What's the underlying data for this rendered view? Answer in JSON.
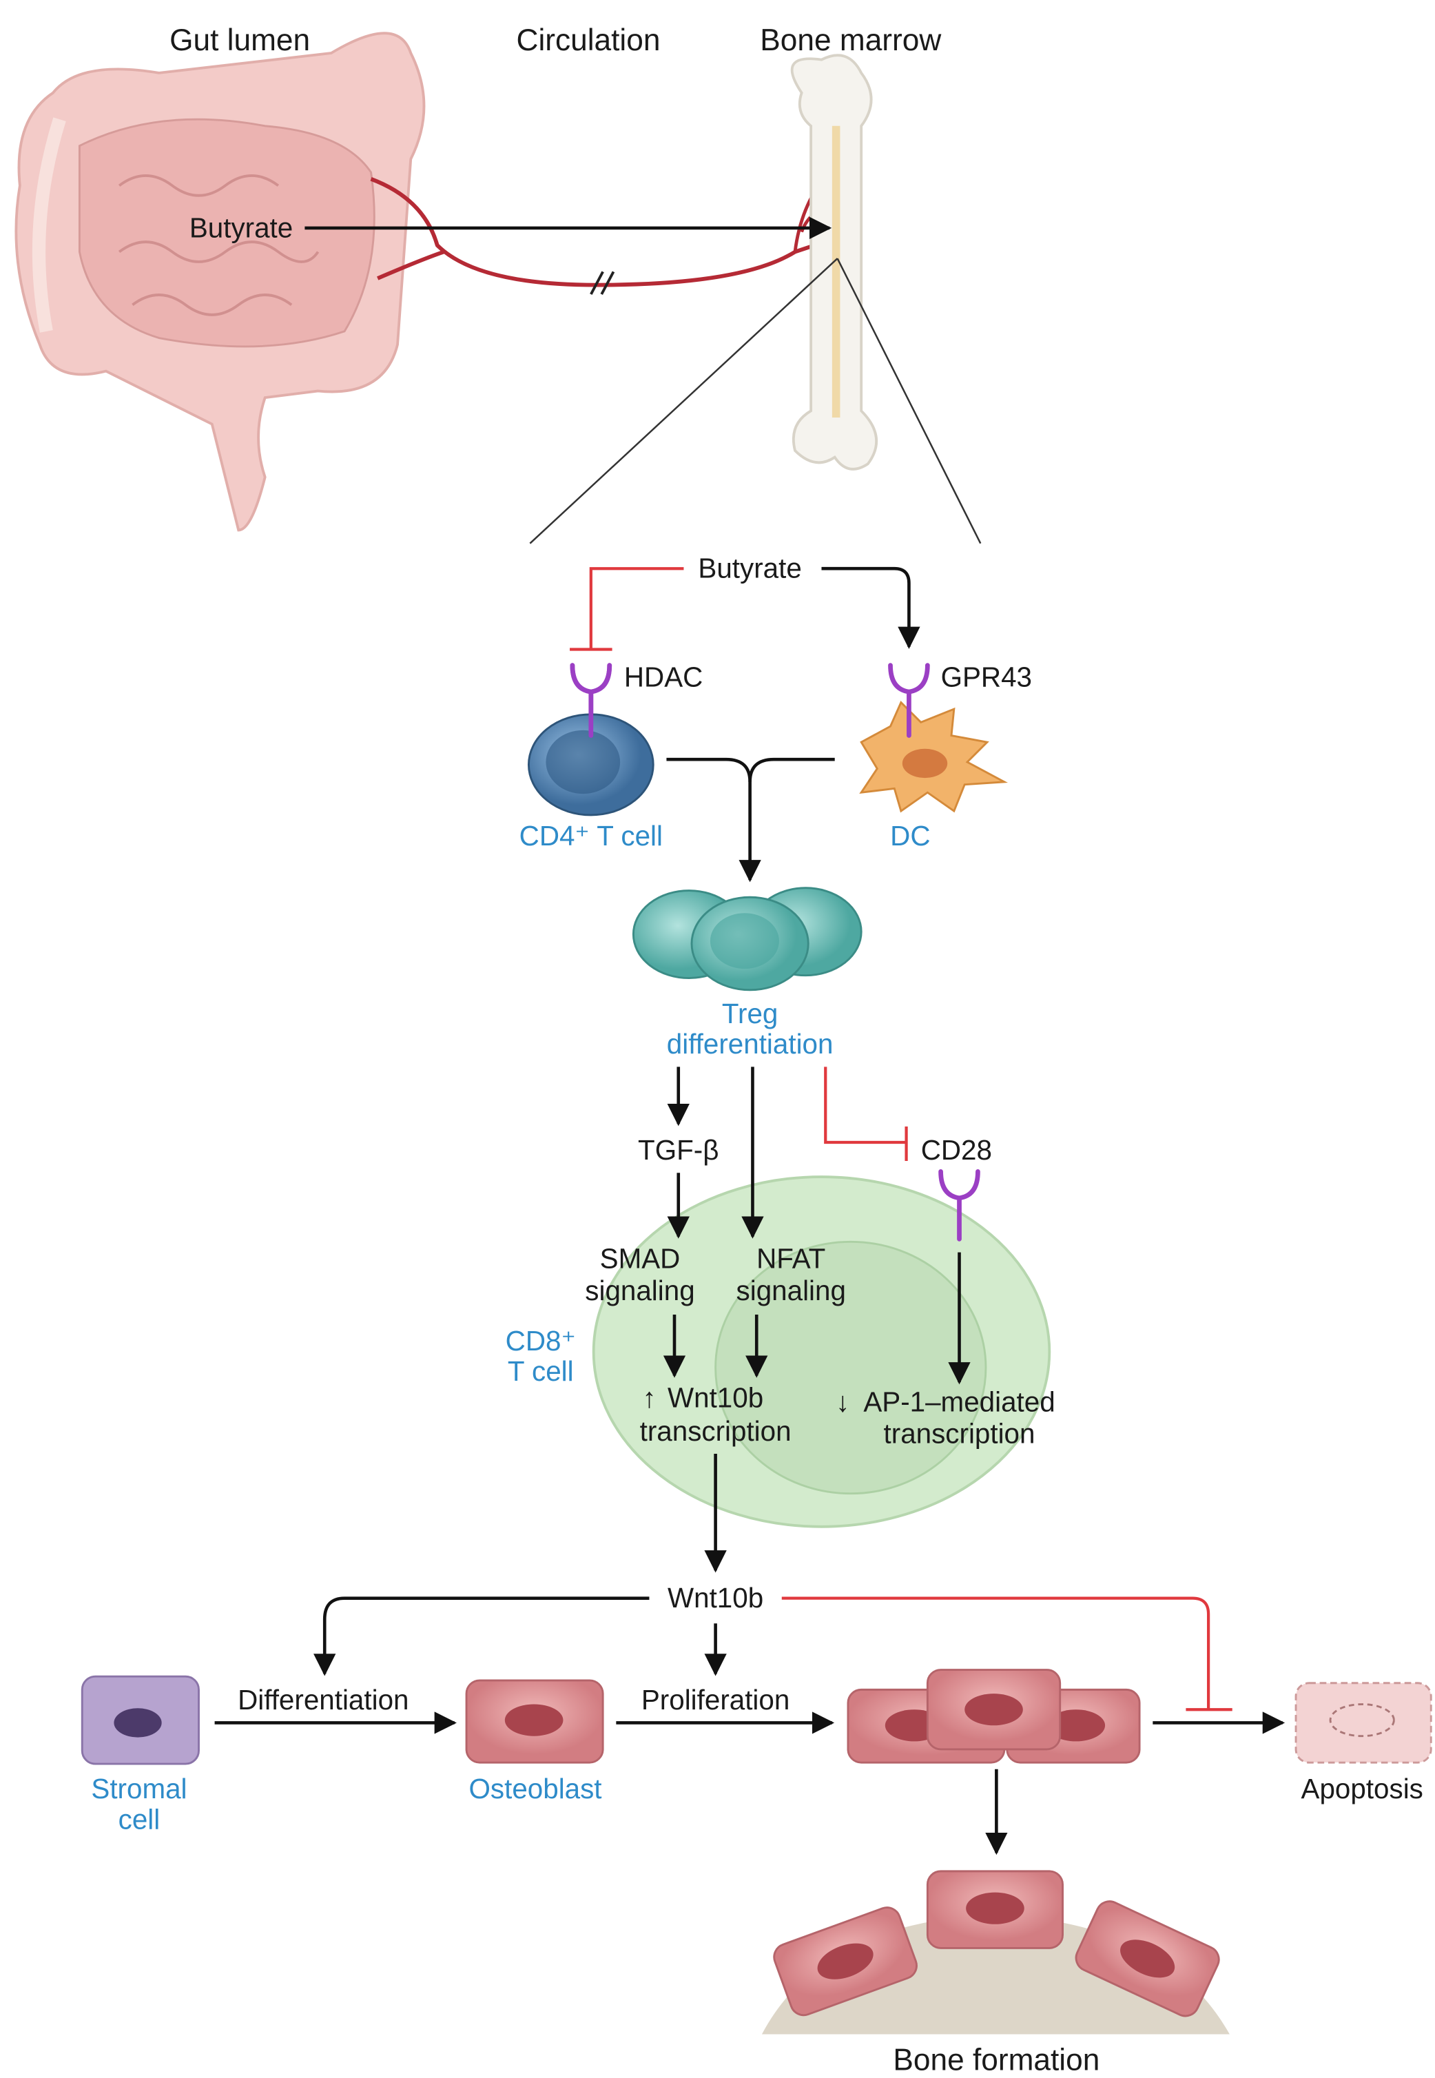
{
  "header": {
    "gut_lumen": "Gut lumen",
    "circulation": "Circulation",
    "bone_marrow": "Bone marrow"
  },
  "top": {
    "butyrate": "Butyrate"
  },
  "pathway": {
    "butyrate": "Butyrate",
    "hdac": "HDAC",
    "gpr43": "GPR43",
    "cd4_cell": "CD4⁺ T cell",
    "dc": "DC",
    "treg_1": "Treg",
    "treg_2": "differentiation",
    "tgfb": "TGF-β",
    "cd28": "CD28",
    "smad_1": "SMAD",
    "smad_2": "signaling",
    "nfat_1": "NFAT",
    "nfat_2": "signaling",
    "cd8_1": "CD8⁺",
    "cd8_2": "T cell",
    "wnt_tx_1": "Wnt10b",
    "wnt_tx_2": "transcription",
    "ap1_1": "AP-1–mediated",
    "ap1_2": "transcription",
    "up_arrow": "↑",
    "down_arrow": "↓"
  },
  "bottom": {
    "wnt10b": "Wnt10b",
    "stromal_1": "Stromal",
    "stromal_2": "cell",
    "differentiation": "Differentiation",
    "osteoblast": "Osteoblast",
    "proliferation": "Proliferation",
    "apoptosis": "Apoptosis",
    "bone_formation": "Bone formation"
  },
  "colors": {
    "label_blue": "#2e8bc9",
    "inhibition_red": "#e0393e",
    "receptor_purple": "#9b3fc4",
    "cd8_green": "#cfe8c8",
    "treg_teal": "#6fc3bd",
    "osteoblast_pink": "#d9868a",
    "stromal_purple": "#b6a3cf"
  }
}
